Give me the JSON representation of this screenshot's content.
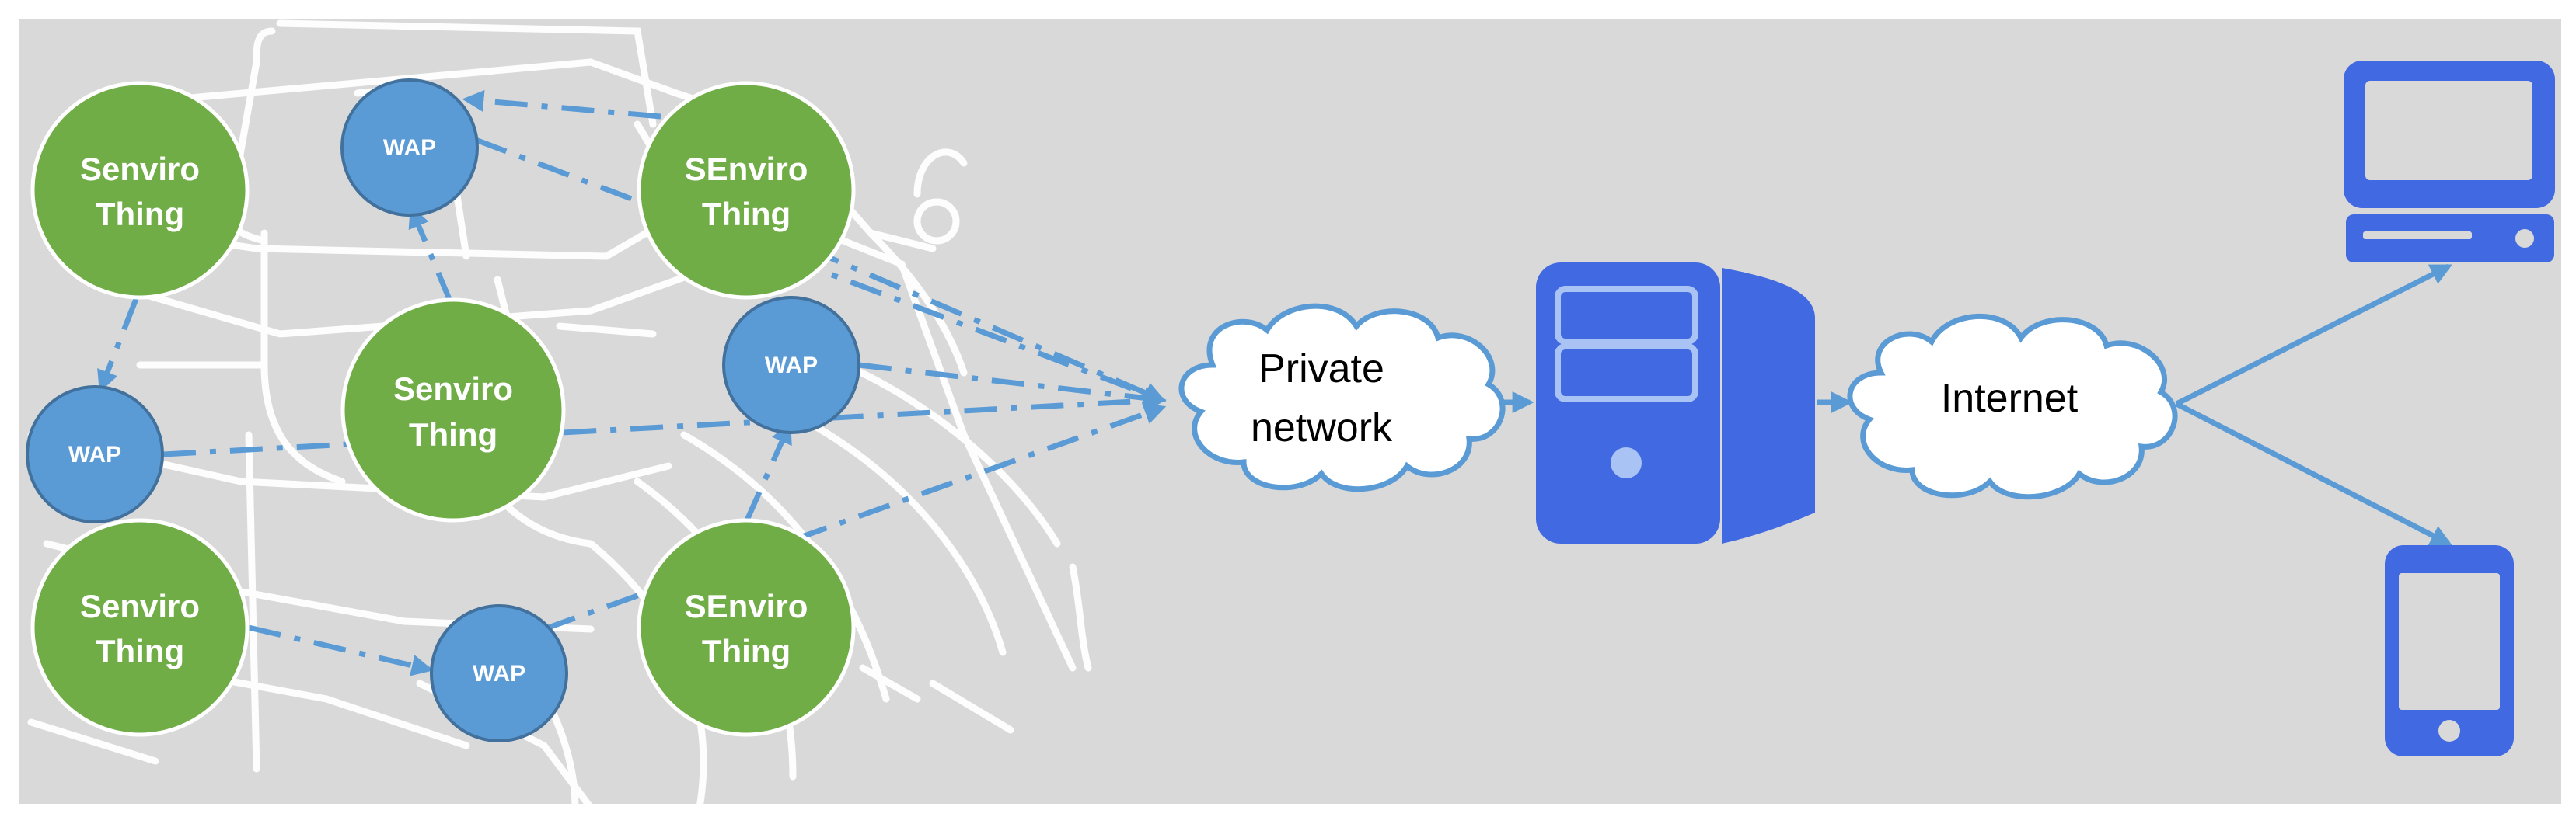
{
  "colors": {
    "background": "#D9D9D9",
    "thing_fill": "#70AD47",
    "wap_fill": "#5B9BD5",
    "connector": "#5B9BD5",
    "device_blue": "#4169E1",
    "map_lines": "#FFFFFF"
  },
  "things": [
    {
      "label_line1": "Senviro",
      "label_line2": "Thing"
    },
    {
      "label_line1": "SEnviro",
      "label_line2": "Thing"
    },
    {
      "label_line1": "Senviro",
      "label_line2": "Thing"
    },
    {
      "label_line1": "Senviro",
      "label_line2": "Thing"
    },
    {
      "label_line1": "SEnviro",
      "label_line2": "Thing"
    }
  ],
  "waps": [
    {
      "label": "WAP"
    },
    {
      "label": "WAP"
    },
    {
      "label": "WAP"
    },
    {
      "label": "WAP"
    }
  ],
  "clouds": {
    "private": {
      "line1": "Private",
      "line2": "network"
    },
    "internet": {
      "label": "Internet"
    }
  },
  "icons": {
    "server": "server-tower-icon",
    "desktop": "desktop-computer-icon",
    "mobile": "mobile-phone-icon",
    "map": "street-map-background"
  }
}
